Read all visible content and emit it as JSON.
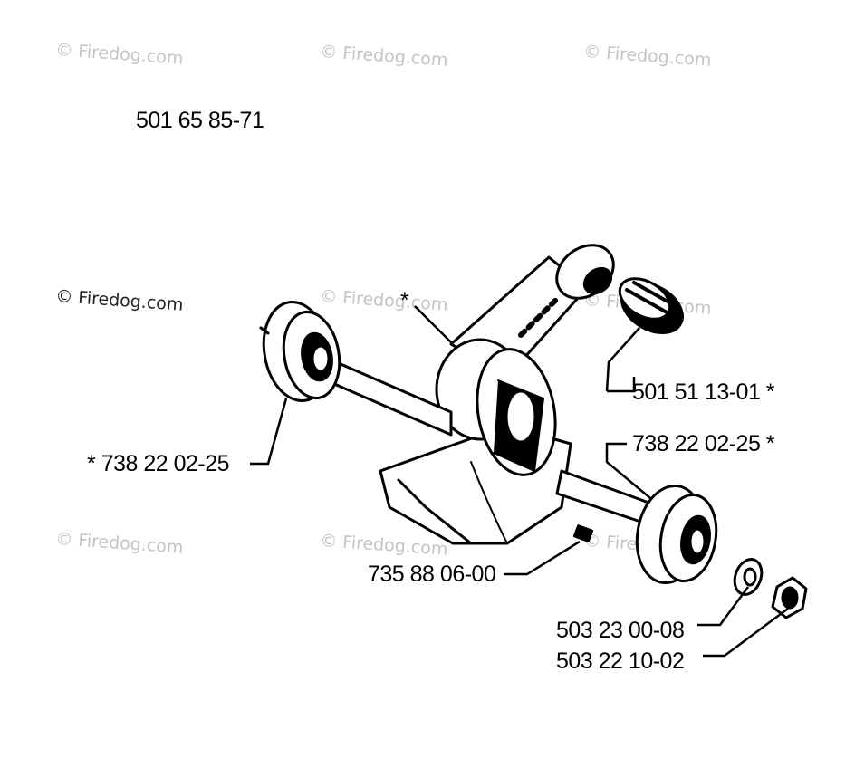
{
  "assembly_number": "501 65 85-71",
  "watermark": "© Firedog.com",
  "parts": [
    {
      "id": "bearing-left",
      "label": "738 22 02-25",
      "prefix": "* "
    },
    {
      "id": "connecting-rod",
      "label": "",
      "prefix": "*"
    },
    {
      "id": "needle-bearing",
      "label": "501 51 13-01",
      "suffix": " *"
    },
    {
      "id": "bearing-right",
      "label": "738 22 02-25",
      "suffix": " *"
    },
    {
      "id": "key",
      "label": "735 88 06-00"
    },
    {
      "id": "washer",
      "label": "503 23 00-08"
    },
    {
      "id": "nut",
      "label": "503 22 10-02"
    }
  ],
  "colors": {
    "ink": "#000000",
    "watermark": "#c4c4c4"
  }
}
